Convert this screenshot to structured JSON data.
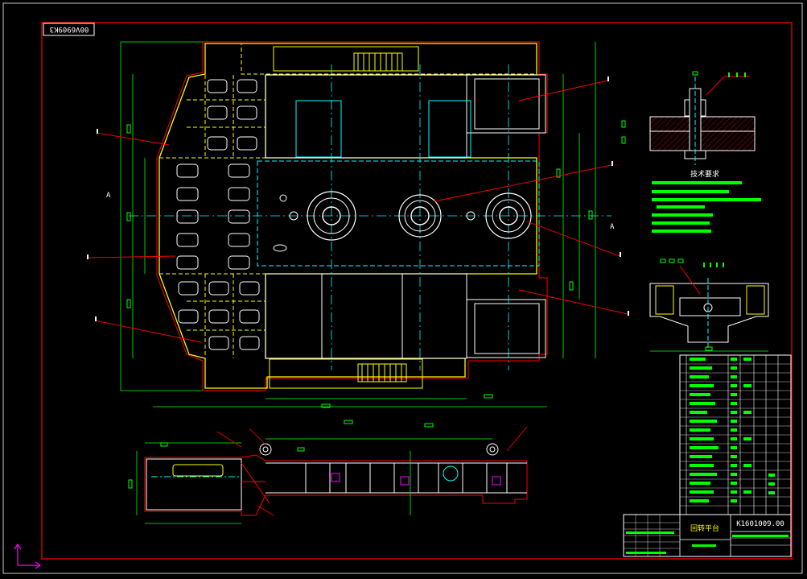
{
  "drawing": {
    "code_box_text": "00V6909K3",
    "title_block": {
      "drawing_number": "K1601009.00",
      "part_name": "回转平台"
    },
    "tech_notes_title": "技术要求",
    "colors": {
      "background": "#000000",
      "frame": "#ff0000",
      "outline": "#ffff00",
      "detail": "#ffffff",
      "center": "#00ffff",
      "dimension": "#00ff00",
      "leader": "#ff0000",
      "ucs": "#ff00ff"
    }
  }
}
